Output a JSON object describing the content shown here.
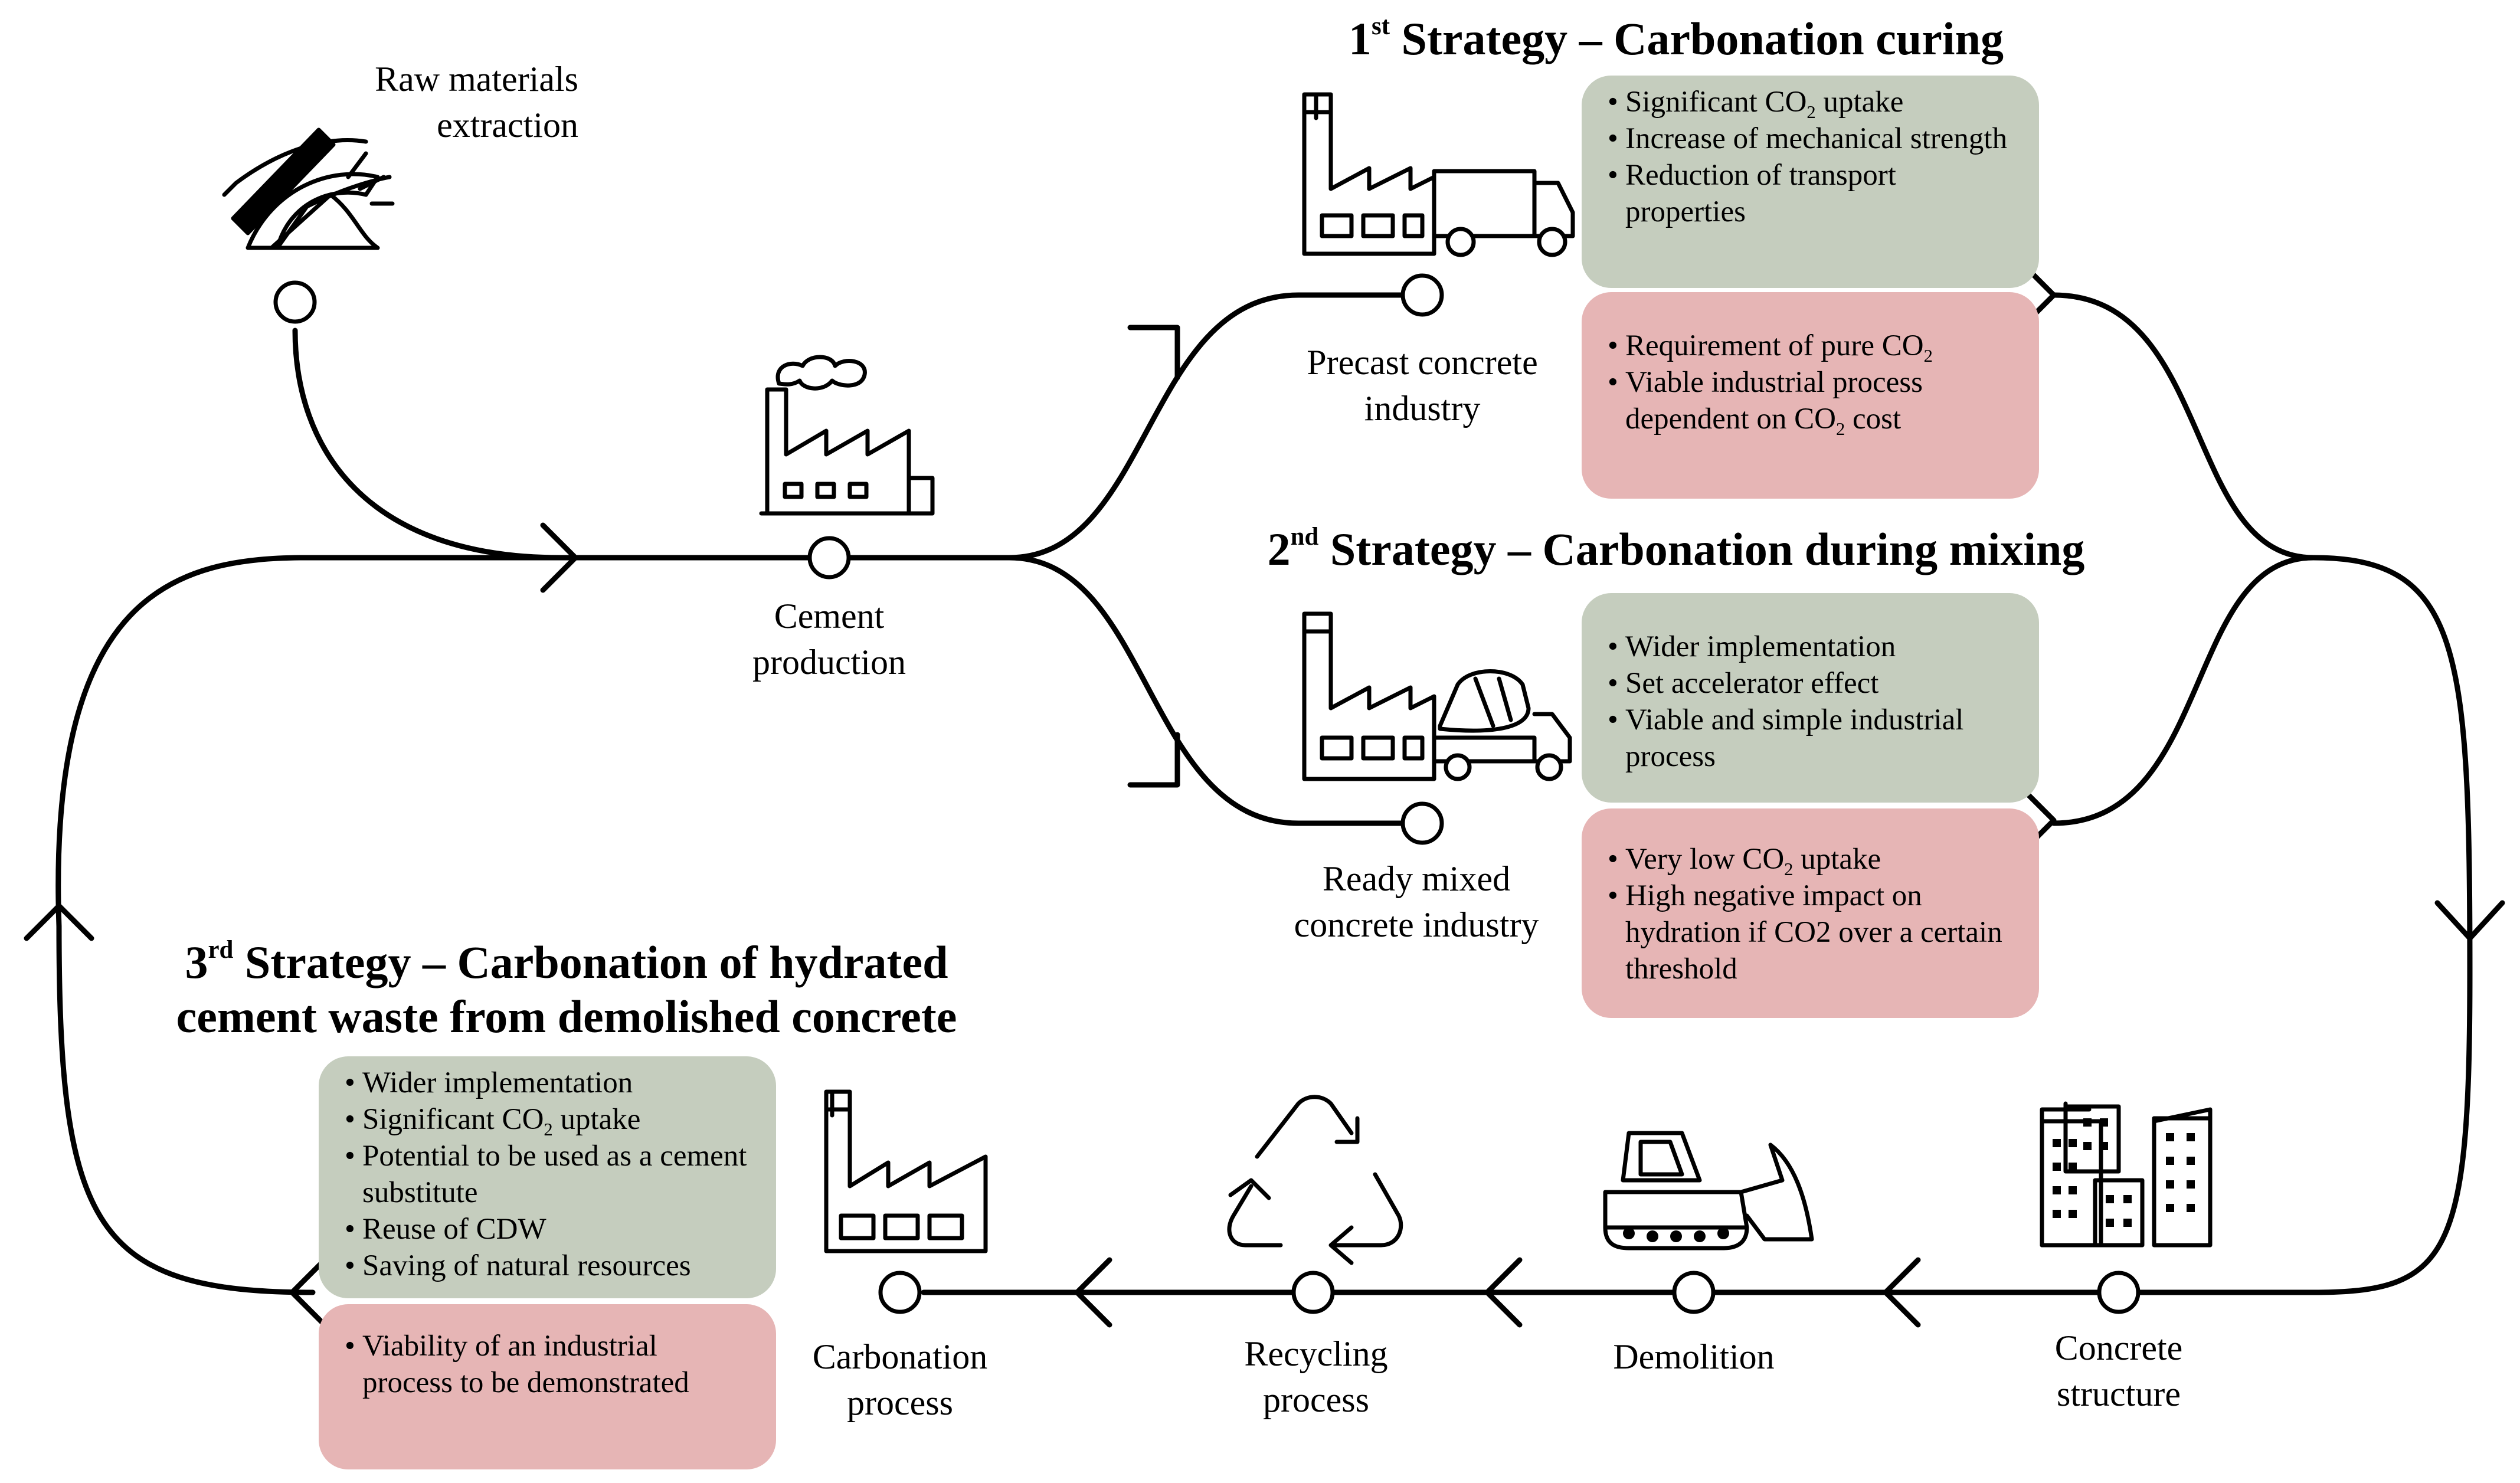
{
  "colors": {
    "line": "#000000",
    "pros_box": "#c5cdbe",
    "cons_box": "#e6b5b5",
    "background": "#ffffff"
  },
  "stages": {
    "raw_materials": [
      "Raw materials",
      "extraction"
    ],
    "cement_production": [
      "Cement",
      "production"
    ],
    "precast": [
      "Precast concrete",
      "industry"
    ],
    "ready_mixed": [
      "Ready mixed",
      "concrete industry"
    ],
    "concrete_structure": [
      "Concrete",
      "structure"
    ],
    "demolition": [
      "Demolition"
    ],
    "recycling": [
      "Recycling",
      "process"
    ],
    "carbonation": [
      "Carbonation",
      "process"
    ]
  },
  "strategies": [
    {
      "ordinal": "1",
      "suffix": "st",
      "title": " Strategy – Carbonation curing",
      "pros": [
        {
          "pre": "Significant CO",
          "sub": "2",
          "post": " uptake"
        },
        {
          "pre": "Increase of mechanical strength"
        },
        {
          "pre": "Reduction of transport properties"
        }
      ],
      "cons": [
        {
          "pre": "Requirement of pure CO",
          "sub": "2",
          "post": ""
        },
        {
          "pre": "Viable industrial process dependent on CO",
          "sub": "2",
          "post": " cost"
        }
      ]
    },
    {
      "ordinal": "2",
      "suffix": "nd",
      "title": " Strategy – Carbonation during mixing",
      "pros": [
        {
          "pre": "Wider implementation"
        },
        {
          "pre": "Set accelerator effect"
        },
        {
          "pre": "Viable and simple industrial process"
        }
      ],
      "cons": [
        {
          "pre": "Very low CO",
          "sub": "2",
          "post": " uptake"
        },
        {
          "pre": "High negative impact on hydration if CO2 over a certain threshold"
        }
      ]
    },
    {
      "ordinal": "3",
      "suffix": "rd",
      "title": " Strategy – Carbonation of hydrated",
      "title_line2": "cement waste from demolished concrete",
      "pros": [
        {
          "pre": "Wider implementation"
        },
        {
          "pre": "Significant CO",
          "sub": "2",
          "post": " uptake"
        },
        {
          "pre": "Potential to be used as a cement substitute"
        },
        {
          "pre": "Reuse of CDW"
        },
        {
          "pre": "Saving of natural resources"
        }
      ],
      "cons": [
        {
          "pre": "Viability of an industrial process to be demonstrated"
        }
      ]
    }
  ],
  "icons": {
    "raw_materials": "pickaxe-rock-icon",
    "cement_production": "factory-smoke-icon",
    "precast": "factory-truck-icon",
    "ready_mixed": "factory-mixer-truck-icon",
    "concrete_structure": "buildings-icon",
    "demolition": "bulldozer-icon",
    "recycling": "recycle-icon",
    "carbonation": "factory-icon"
  }
}
